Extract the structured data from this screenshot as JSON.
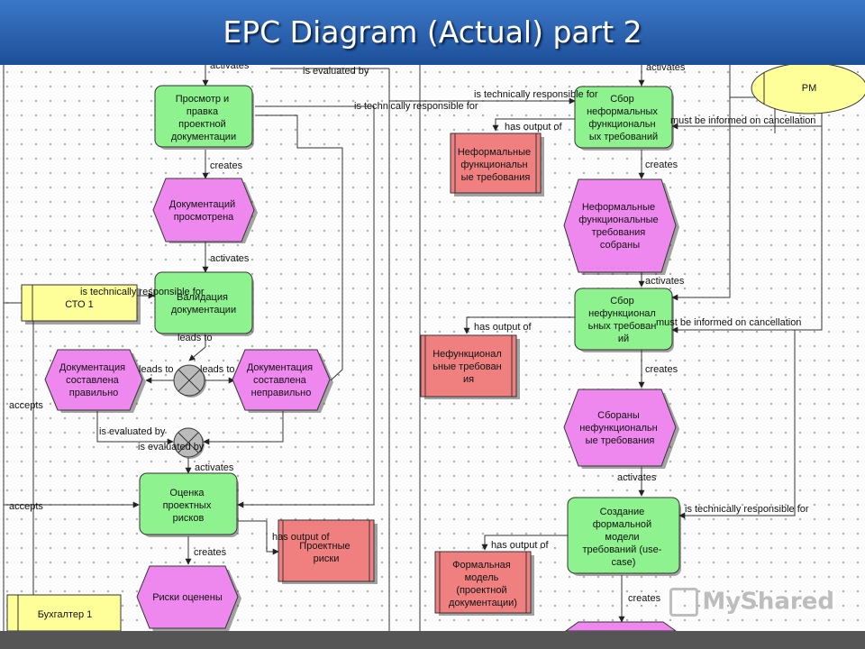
{
  "title": "EPC Diagram (Actual) part 2",
  "watermark": "MyShared",
  "functions": {
    "prosmotr": [
      "Просмотр и",
      "правка",
      "проектной",
      "документации"
    ],
    "validatsiya": [
      "Валидация",
      "документации"
    ],
    "otsenka": [
      "Оценка",
      "проектных",
      "рисков"
    ],
    "sbor_nef": [
      "Сбор",
      "неформальных",
      "функциональн",
      "ых требований"
    ],
    "sbor_nefunk": [
      "Сбор",
      "нефункционал",
      "ьных требован",
      "ий"
    ],
    "sozdanie": [
      "Создание",
      "формальной",
      "модели",
      "требований (use-",
      "case)"
    ]
  },
  "events": {
    "dok_prosmotrena": [
      "Документаций",
      "просмотрена"
    ],
    "dok_pravilno": [
      "Документация",
      "составлена",
      "правильно"
    ],
    "dok_nepravilno": [
      "Документация",
      "составлена",
      "неправильно"
    ],
    "riski_otseneny": [
      "Риски оценены"
    ],
    "nef_sobrany": [
      "Неформальные",
      "функциональные",
      "требования",
      "собраны"
    ],
    "nefunk_sobrany": [
      "Сбораны",
      "нефункциональн",
      "ые требования"
    ]
  },
  "documents": {
    "proektnye_riski": [
      "Проектные",
      "риски"
    ],
    "nef_treb": [
      "Неформальные",
      "функциональн",
      "ые требования"
    ],
    "nefunk_treb": [
      "Нефункционал",
      "ьные требован",
      "ия"
    ],
    "formalnaya": [
      "Формальная",
      "модель",
      "(проектной",
      "документации)"
    ]
  },
  "roles": {
    "sto": "СТО 1",
    "buhgalter": "Бухгалтер 1",
    "pm": "PM"
  },
  "labels": {
    "activates_top_left": "activates",
    "evaluated_top": "is evaluated by",
    "resp_top": "is technically responsible for",
    "resp_top_right": "is technically responsible for",
    "creates_1": "creates",
    "activates_1": "activates",
    "resp_sto": "is technically responsible for",
    "leads_to_down": "leads to",
    "leads_to_left": "leads to",
    "leads_to_right": "leads to",
    "accepts_1": "accepts",
    "evaluated_1": "is evaluated by",
    "evaluated_2": "is evaluated by",
    "activates_2": "activates",
    "accepts_2": "accepts",
    "creates_2": "creates",
    "has_output_riski": "has output of",
    "activates_top_right": "activates",
    "has_output_nef": "has output of",
    "must_inform_1": "must be informed on cancellation",
    "creates_3": "creates",
    "activates_3": "activates",
    "has_output_nefunk": "has output of",
    "must_inform_2": "must be informed on cancellation",
    "creates_4": "creates",
    "activates_4": "activates",
    "has_output_form": "has output of",
    "resp_bottom": "is technically responsible for",
    "creates_5": "creates"
  },
  "colors": {
    "function": "#8ef28e",
    "event": "#ee88ee",
    "document": "#f08080",
    "role": "#ffff99"
  }
}
